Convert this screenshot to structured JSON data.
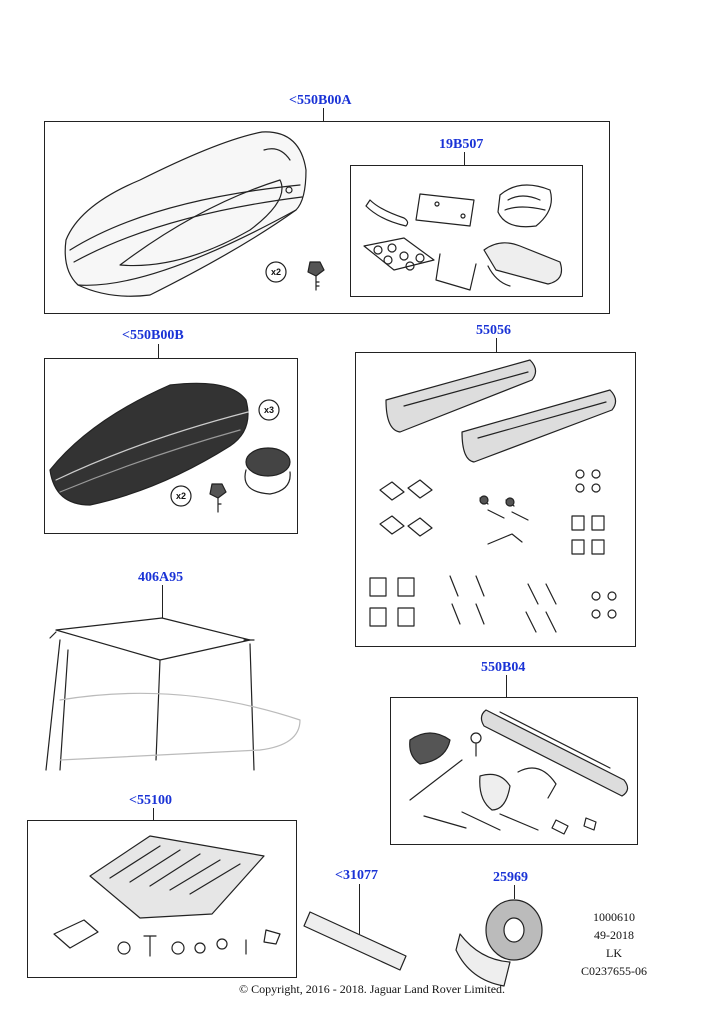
{
  "parts": {
    "p550B00A": "<550B00A",
    "p19B507": "19B507",
    "p550B00B": "<550B00B",
    "p55056": "55056",
    "p406A95": "406A95",
    "p550B04": "550B04",
    "p55100": "<55100",
    "p31077": "<31077",
    "p25969": "25969"
  },
  "quantities": {
    "keys_a": "x2",
    "keys_b": "x2",
    "tape_b": "x3"
  },
  "reference": {
    "line1": "1000610",
    "line2": "49-2018",
    "line3": "LK",
    "line4": "C0237655-06"
  },
  "footer": {
    "copyright": "© Copyright, 2016 - 2018. Jaguar Land Rover Limited."
  }
}
